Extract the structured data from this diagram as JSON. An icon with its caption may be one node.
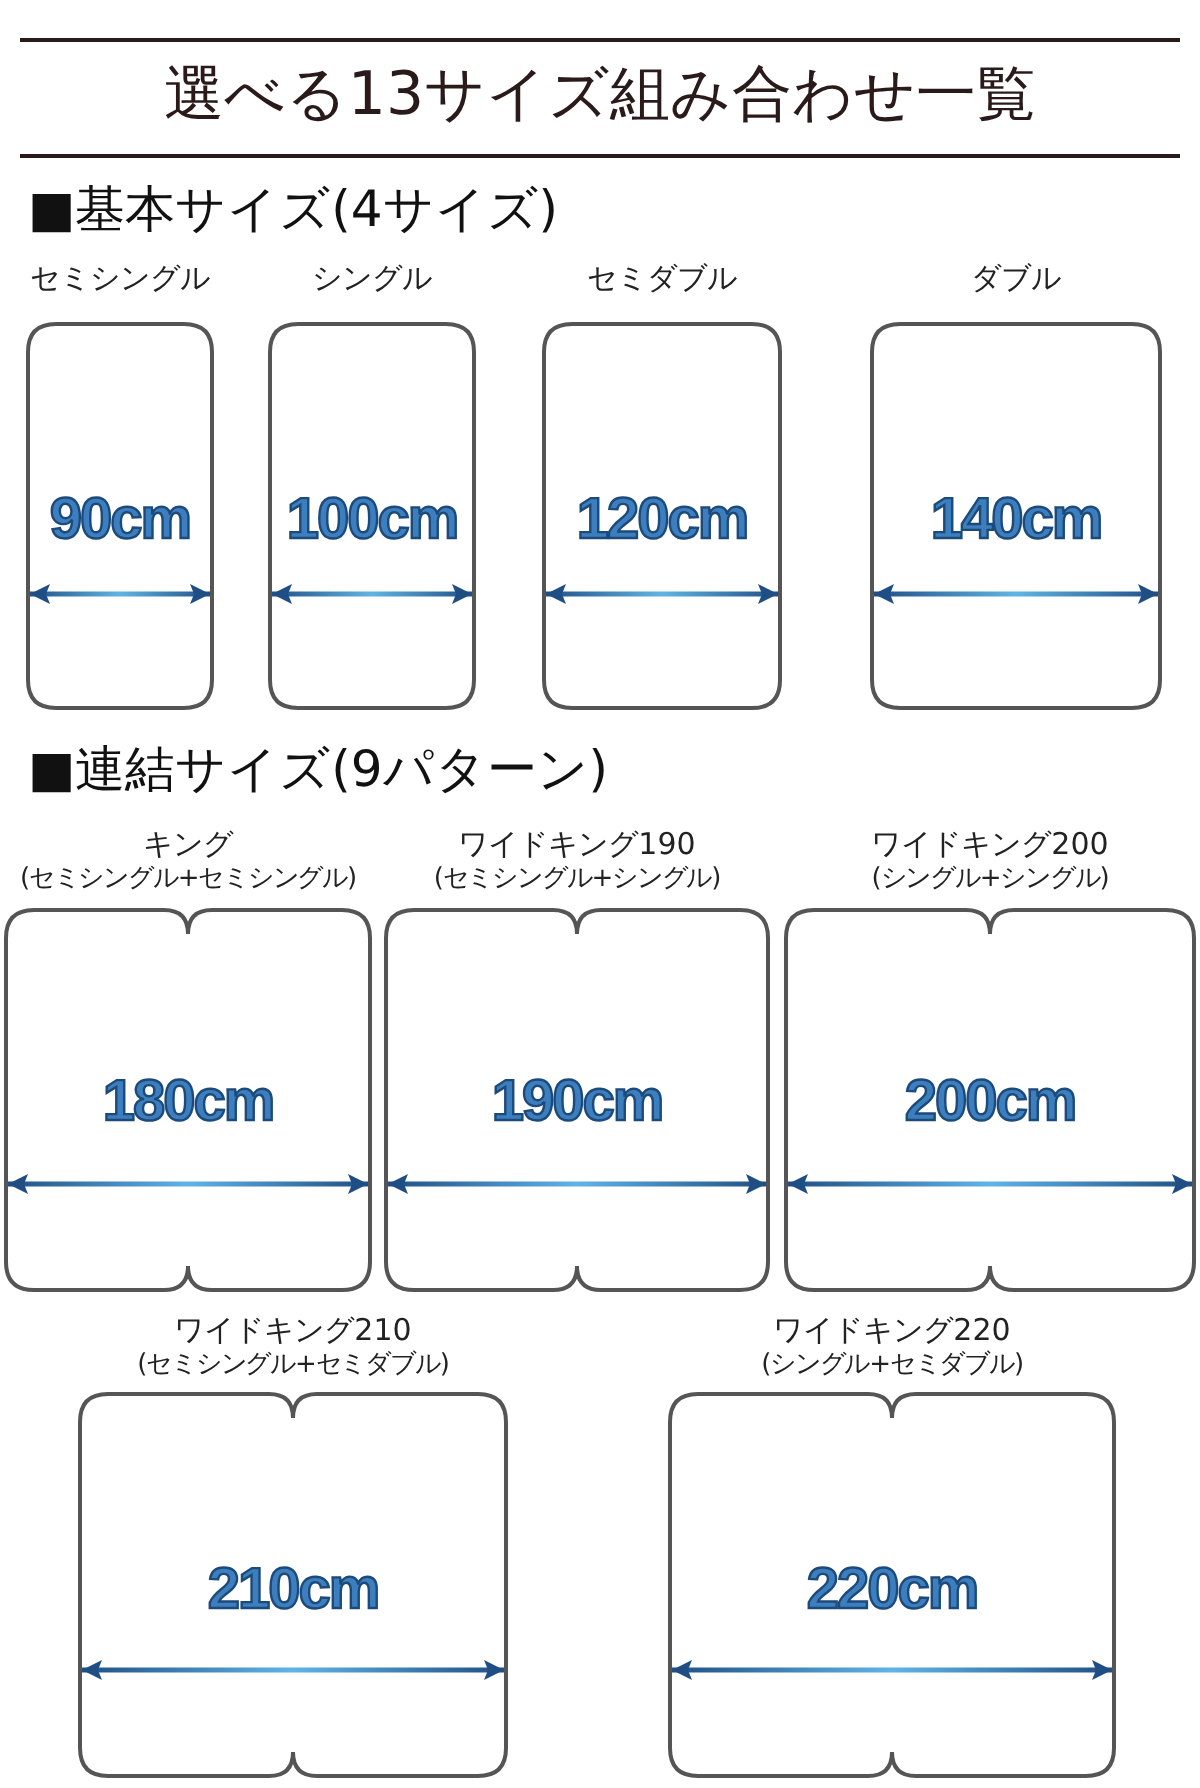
{
  "diagram": {
    "title": "選べる13サイズ組み合わせ一覧",
    "nodes": [
      {
        "text": [
          "セミシングル",
          "90cm"
        ]
      },
      {
        "text": [
          "シングル",
          "100cm"
        ]
      },
      {
        "text": [
          "セミダブル",
          "120cm"
        ]
      },
      {
        "text": [
          "ダブル",
          "140cm"
        ]
      },
      {
        "text": [
          "キング",
          "(セミシングル+セミシングル)",
          "180cm"
        ]
      },
      {
        "text": [
          "ワイドキング190",
          "(セミシングル+シングル)",
          "190cm"
        ]
      },
      {
        "text": [
          "ワイドキング200",
          "(シングル+シングル)",
          "200cm"
        ]
      },
      {
        "text": [
          "ワイドキング210",
          "(セミシングル+セミダブル)",
          "210cm"
        ]
      },
      {
        "text": [
          "ワイドキング220",
          "(シングル+セミダブル)",
          "220cm"
        ]
      }
    ],
    "labels": [
      "■基本サイズ(4サイズ)",
      "■連結サイズ(9パターン)"
    ]
  }
}
